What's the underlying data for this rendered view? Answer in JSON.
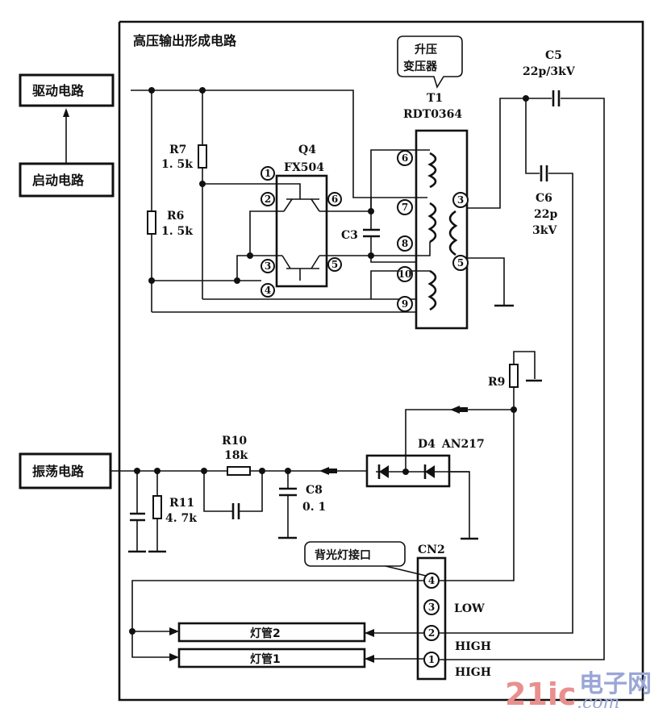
{
  "diagram": {
    "title": "高压输出形成电路",
    "blocks": {
      "drive": "驱动电路",
      "start": "启动电路",
      "oscillator": "振荡电路"
    },
    "transformer": {
      "callout": [
        "升压",
        "变压器"
      ],
      "ref": "T1",
      "part": "RDT0364",
      "primary_pins": [
        "6",
        "7",
        "8",
        "10",
        "9"
      ],
      "secondary_pins": [
        "3",
        "5"
      ]
    },
    "q4": {
      "ref": "Q4",
      "part": "FX504",
      "pins": [
        "1",
        "2",
        "3",
        "4",
        "5",
        "6"
      ]
    },
    "components": {
      "r7": {
        "ref": "R7",
        "value": "1. 5k"
      },
      "r6": {
        "ref": "R6",
        "value": "1. 5k"
      },
      "c3": {
        "ref": "C3"
      },
      "c5": {
        "ref": "C5",
        "value": "22p/3kV"
      },
      "c6": {
        "ref": "C6",
        "value1": "22p",
        "value2": "3kV"
      },
      "r9": {
        "ref": "R9"
      },
      "d4": {
        "ref": "D4",
        "part": "AN217"
      },
      "r10": {
        "ref": "R10",
        "value": "18k"
      },
      "r11": {
        "ref": "R11",
        "value": "4. 7k"
      },
      "c8": {
        "ref": "C8",
        "value": "0. 1"
      }
    },
    "connector": {
      "ref": "CN2",
      "callout": "背光灯接口",
      "pins": [
        "4",
        "3",
        "2",
        "1"
      ],
      "labels": {
        "pin3": "LOW",
        "pin2": "HIGH",
        "pin1": "HIGH"
      }
    },
    "lamps": [
      "灯管2",
      "灯管1"
    ]
  },
  "watermark": {
    "num": "21ic",
    "cn": "电子网",
    "dot": ".com"
  }
}
